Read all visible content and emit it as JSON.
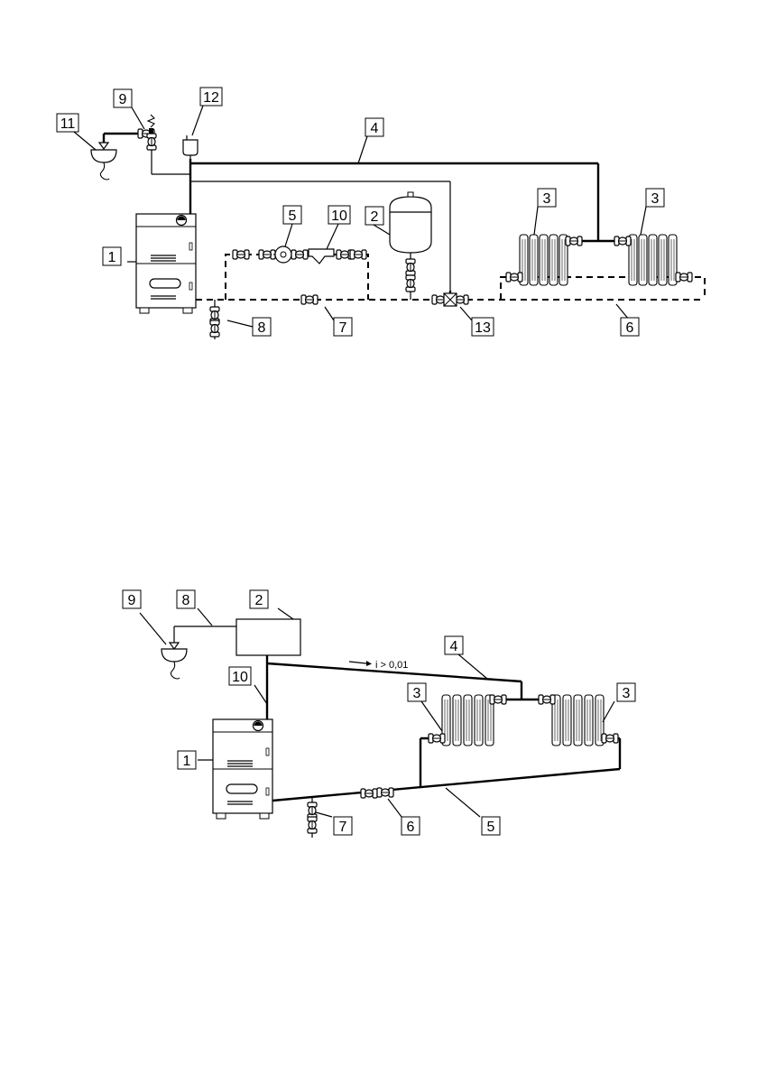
{
  "diagram1": {
    "labels": [
      "1",
      "2",
      "3",
      "3",
      "4",
      "5",
      "6",
      "7",
      "8",
      "9",
      "10",
      "11",
      "12",
      "13"
    ]
  },
  "diagram2": {
    "labels": [
      "1",
      "2",
      "3",
      "3",
      "4",
      "5",
      "6",
      "7",
      "8",
      "9",
      "10"
    ],
    "slope_note": "i > 0,01"
  }
}
